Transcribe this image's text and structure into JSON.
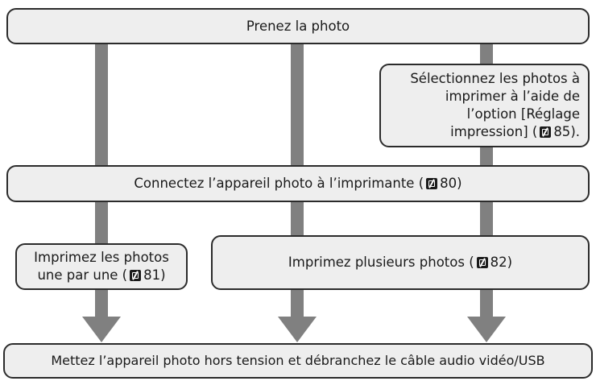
{
  "flowchart": {
    "step_take_photo": "Prenez la photo",
    "step_select": {
      "line1": "Sélectionnez les photos à",
      "line2": "imprimer à l’aide de",
      "line3": "l’option [Réglage",
      "line4_pre": "impression] (",
      "line4_ref": "85",
      "line4_post": ")."
    },
    "step_connect": {
      "pre": "Connectez l’appareil photo à l’imprimante (",
      "ref": "80",
      "post": ")"
    },
    "step_print_one": {
      "line1": "Imprimez les photos",
      "line2_pre": "une par une (",
      "line2_ref": "81",
      "line2_post": ")"
    },
    "step_print_multi": {
      "pre": "Imprimez plusieurs photos (",
      "ref": "82",
      "post": ")"
    },
    "step_end": "Mettez l’appareil photo hors tension et débranchez le câble audio vidéo/USB"
  },
  "colors": {
    "box_fill": "#eeeeee",
    "box_border": "#2b2b2b",
    "arrow": "#808080"
  },
  "icons": {
    "page_reference": "page-reference-icon"
  }
}
